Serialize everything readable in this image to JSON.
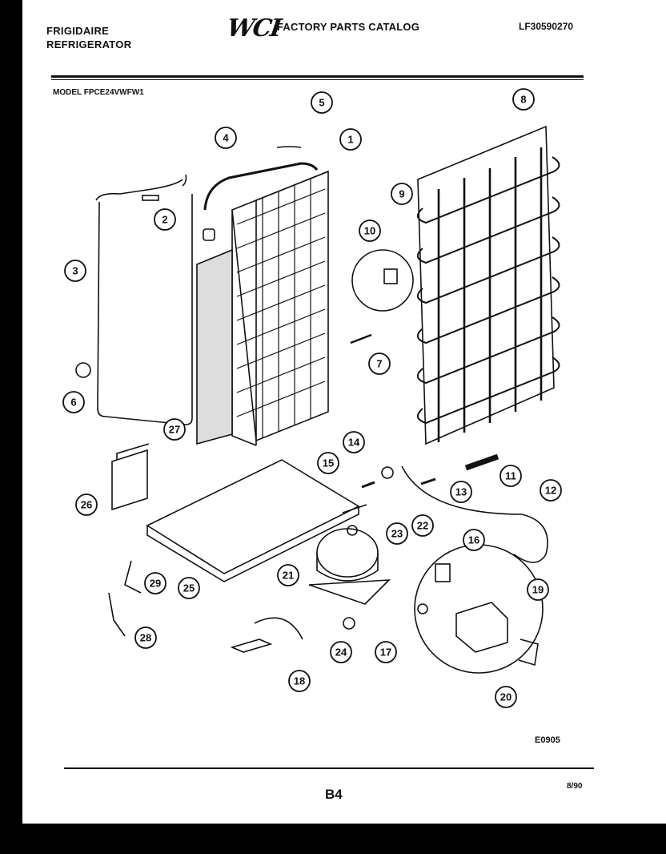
{
  "header": {
    "brand_line1": "FRIGIDAIRE",
    "brand_line2": "REFRIGERATOR",
    "logo": "WCI",
    "catalog_title": "FACTORY PARTS CATALOG",
    "catalog_number": "LF30590270"
  },
  "model": "MODEL FPCE24VWFW1",
  "callouts": [
    "1",
    "2",
    "3",
    "4",
    "5",
    "6",
    "7",
    "8",
    "9",
    "10",
    "11",
    "12",
    "13",
    "14",
    "15",
    "16",
    "17",
    "18",
    "19",
    "20",
    "21",
    "22",
    "23",
    "24",
    "25",
    "26",
    "27",
    "28",
    "29"
  ],
  "footer": {
    "drawing_code": "E0905",
    "page_number": "B4",
    "date": "8/90"
  },
  "colors": {
    "ink": "#111111",
    "paper": "#ffffff",
    "border": "#000000"
  }
}
